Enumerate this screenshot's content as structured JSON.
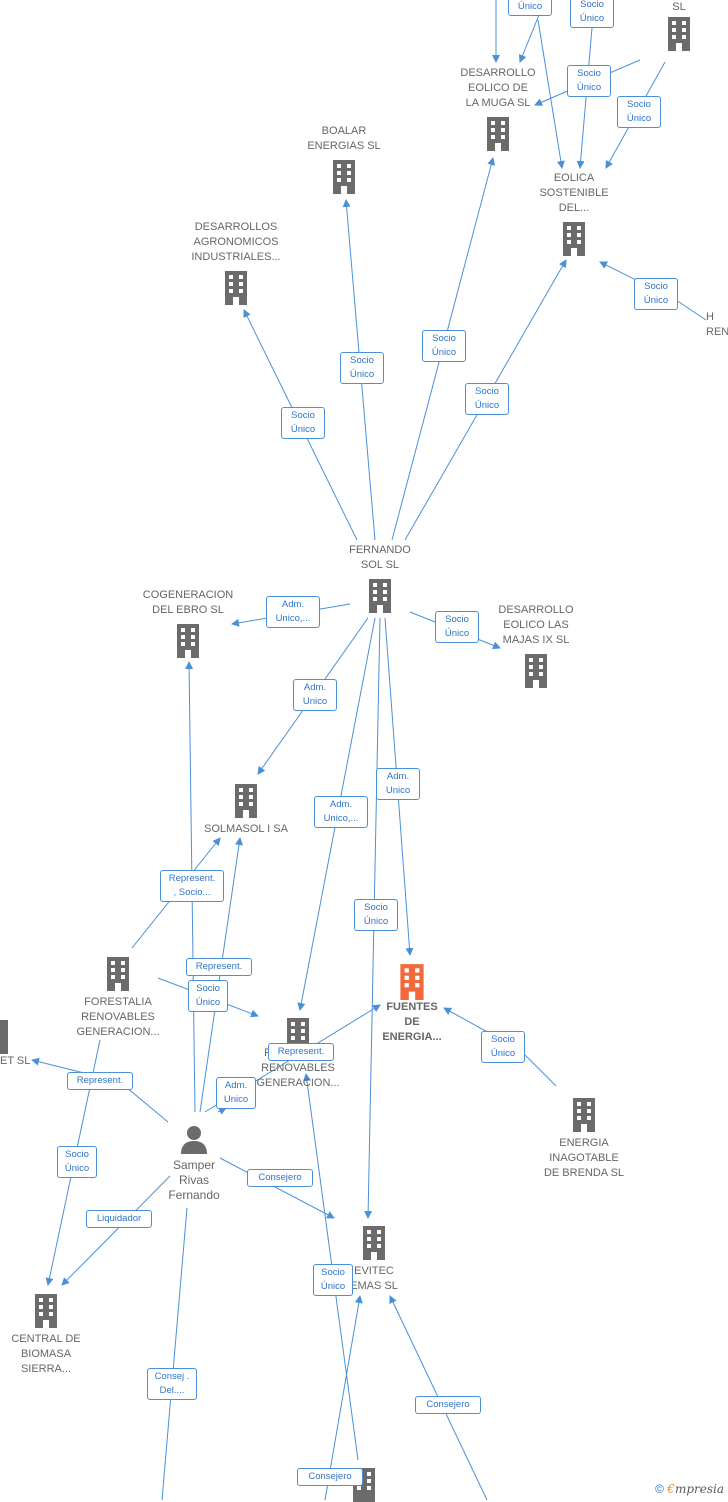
{
  "nodes": [
    {
      "id": "sl_top",
      "label": "SL",
      "type": "company"
    },
    {
      "id": "muga",
      "label": "DESARROLLO\nEOLICO DE\nLA MUGA SL",
      "type": "company"
    },
    {
      "id": "boalar",
      "label": "BOALAR\nENERGIAS  SL",
      "type": "company"
    },
    {
      "id": "eolica",
      "label": "EOLICA\nSOSTENIBLE\nDEL...",
      "type": "company"
    },
    {
      "id": "agronomicos",
      "label": "DESARROLLOS\nAGRONOMICOS\nINDUSTRIALES...",
      "type": "company"
    },
    {
      "id": "ren_right",
      "label": "H\nREN",
      "type": "company"
    },
    {
      "id": "fernando",
      "label": "FERNANDO\nSOL SL",
      "type": "company"
    },
    {
      "id": "cogeneracion",
      "label": "COGENERACION\nDEL EBRO  SL",
      "type": "company"
    },
    {
      "id": "majas",
      "label": "DESARROLLO\nEOLICO LAS\nMAJAS IX  SL",
      "type": "company"
    },
    {
      "id": "solmasol",
      "label": "SOLMASOL I SA",
      "type": "company"
    },
    {
      "id": "forestalia1",
      "label": "FORESTALIA\nRENOVABLES\nGENERACION...",
      "type": "company"
    },
    {
      "id": "fuentes",
      "label": "FUENTES\nDE\nENERGIA...",
      "type": "company-main"
    },
    {
      "id": "forestalia2",
      "label": "FORESTALIA\nRENOVABLES\nGENERACION...",
      "type": "company"
    },
    {
      "id": "et_sl",
      "label": "ET  SL",
      "type": "company"
    },
    {
      "id": "inagotable",
      "label": "ENERGIA\nINAGOTABLE\nDE BRENDA  SL",
      "type": "company"
    },
    {
      "id": "samper",
      "label": "Samper\nRivas\nFernando",
      "type": "person"
    },
    {
      "id": "evitec",
      "label": "EVITEC\nEMAS  SL",
      "type": "company"
    },
    {
      "id": "biomasa",
      "label": "CENTRAL DE\nBIOMASA\nSIERRA...",
      "type": "company"
    },
    {
      "id": "bottom_bldg",
      "label": "",
      "type": "company"
    }
  ],
  "edge_labels": [
    {
      "id": "e_top1",
      "text": "Único"
    },
    {
      "id": "e_top2",
      "text": "Socio\nÚnico"
    },
    {
      "id": "e_top3",
      "text": "Socio\nÚnico"
    },
    {
      "id": "e_top4",
      "text": "Socio\nÚnico"
    },
    {
      "id": "e_ren",
      "text": "Socio\nÚnico"
    },
    {
      "id": "e_muga",
      "text": "Socio\nÚnico"
    },
    {
      "id": "e_boalar",
      "text": "Socio\nÚnico"
    },
    {
      "id": "e_agron",
      "text": "Socio\nÚnico"
    },
    {
      "id": "e_eolica",
      "text": "Socio\nÚnico"
    },
    {
      "id": "e_cogen",
      "text": "Adm.\nUnico,..."
    },
    {
      "id": "e_majas",
      "text": "Socio\nÚnico"
    },
    {
      "id": "e_solmasol",
      "text": "Adm.\nUnico"
    },
    {
      "id": "e_admunico2",
      "text": "Adm.\nUnico"
    },
    {
      "id": "e_admunico3",
      "text": "Adm.\nUnico,..."
    },
    {
      "id": "e_socio_evitec",
      "text": "Socio\nÚnico"
    },
    {
      "id": "e_repsocio",
      "text": "Represent.\n, Socio..."
    },
    {
      "id": "e_represent1",
      "text": "Represent."
    },
    {
      "id": "e_socio_for",
      "text": "Socio\nÚnico"
    },
    {
      "id": "e_represent2",
      "text": "Represent."
    },
    {
      "id": "e_inagot",
      "text": "Socio\nÚnico"
    },
    {
      "id": "e_represent3",
      "text": "Represent."
    },
    {
      "id": "e_admunico4",
      "text": "Adm.\nUnico"
    },
    {
      "id": "e_socio_bio",
      "text": "Socio\nÚnico"
    },
    {
      "id": "e_consejero1",
      "text": "Consejero"
    },
    {
      "id": "e_liquidador",
      "text": "Liquidador"
    },
    {
      "id": "e_socio_ev2",
      "text": "Socio\nÚnico"
    },
    {
      "id": "e_consej_del",
      "text": "Consej .\nDel...."
    },
    {
      "id": "e_consejero2",
      "text": "Consejero"
    },
    {
      "id": "e_consejero3",
      "text": "Consejero"
    }
  ],
  "colors": {
    "edge": "#4a90d9",
    "building": "#6b6b6b",
    "main": "#f26a3b"
  },
  "footer": {
    "copyright": "©",
    "brand_initial": "€",
    "brand_rest": "mpresia"
  }
}
